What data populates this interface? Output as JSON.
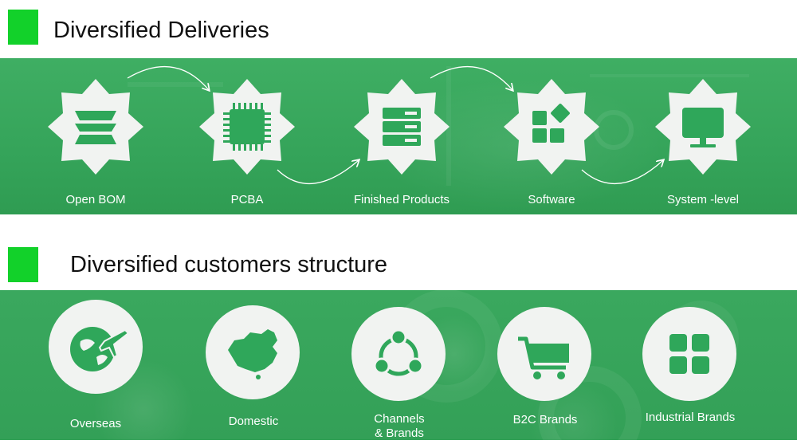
{
  "colors": {
    "accent": "#12d12a",
    "band": "#37a45b",
    "icon": "#2fa75a",
    "badge": "#f1f3f1"
  },
  "section1": {
    "title": "Diversified Deliveries",
    "items": [
      {
        "label": "Open BOM",
        "icon": "layers-icon"
      },
      {
        "label": "PCBA",
        "icon": "chip-icon"
      },
      {
        "label": "Finished Products",
        "icon": "server-icon"
      },
      {
        "label": "Software",
        "icon": "apps-icon"
      },
      {
        "label": "System -level",
        "icon": "monitor-icon"
      }
    ]
  },
  "section2": {
    "title": "Diversified customers structure",
    "items": [
      {
        "label": "Overseas",
        "icon": "globe-plane-icon"
      },
      {
        "label": "Domestic",
        "icon": "china-map-icon"
      },
      {
        "label_line1": "Channels",
        "label_line2": "& Brands",
        "icon": "share-icon"
      },
      {
        "label": "B2C Brands",
        "icon": "cart-icon"
      },
      {
        "label": "Industrial Brands",
        "icon": "grid-icon"
      }
    ]
  }
}
